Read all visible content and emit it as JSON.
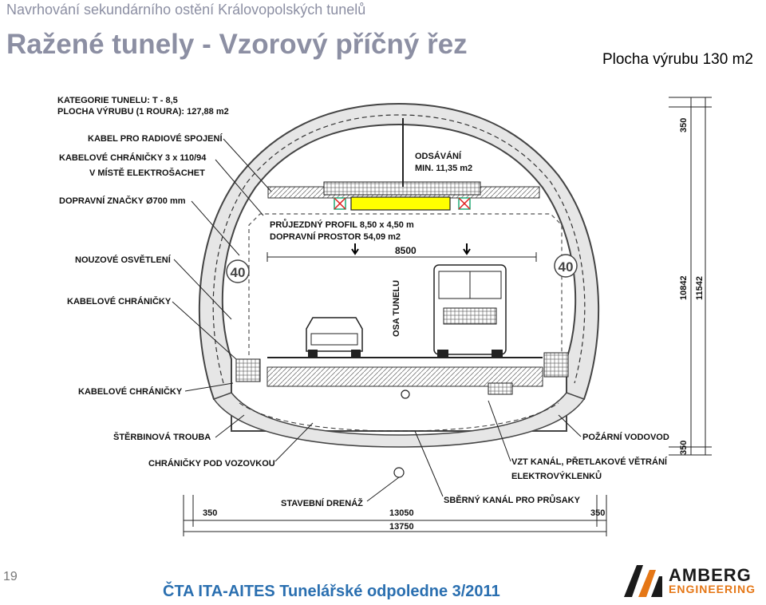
{
  "header": {
    "top_title": "Navrhování sekundárního ostění Královopolských tunelů",
    "main_title": "Ražené tunely - Vzorový příčný řez",
    "subtitle": "Plocha výrubu 130 m2"
  },
  "labels": {
    "category": "KATEGORIE TUNELU: T - 8,5",
    "area": "PLOCHA VÝRUBU (1 ROURA): 127,88 m2",
    "radio_cable": "KABEL PRO RADIOVÉ SPOJENÍ",
    "cable_guards_1": "KABELOVÉ CHRÁNIČKY 3 x 110/94",
    "cable_guards_2": "V MÍSTĚ ELEKTROŠACHET",
    "traffic_signs": "DOPRAVNÍ ZNAČKY Ø700 mm",
    "emergency_light": "NOUZOVÉ OSVĚTLENÍ",
    "cable_left": "KABELOVÉ CHRÁNIČKY",
    "cable_bottom": "KABELOVÉ CHRÁNIČKY",
    "slot_pipe": "ŠTĚRBINOVÁ TROUBA",
    "under_road": "CHRÁNIČKY POD VOZOVKOU",
    "drainage": "STAVEBNÍ DRENÁŽ",
    "collector": "SBĚRNÝ KANÁL PRO PRŮSAKY",
    "fire_water": "POŽÁRNÍ VODOVOD",
    "vzt_1": "VZT KANÁL, PŘETLAKOVÉ VĚTRÁNÍ",
    "vzt_2": "ELEKTROVÝKLENKŮ",
    "exhaust_1": "ODSÁVÁNÍ",
    "exhaust_2": "MIN. 11,35 m2",
    "profile_1": "PRŮJEZDNÝ PROFIL 8,50 x 4,50 m",
    "profile_2": "DOPRAVNÍ PROSTOR 54,09 m2",
    "tunnel_axis": "OSA TUNELU",
    "sign_left": "40",
    "sign_right": "40"
  },
  "dimensions": {
    "width_profile": "8500",
    "top": "350",
    "height_inner": "10842",
    "height_outer": "11542",
    "bottom_right": "350",
    "left_350": "350",
    "right_350": "350",
    "inner_width": "13050",
    "outer_width": "13750"
  },
  "footer": {
    "page_number": "19",
    "text": "ČTA ITA-AITES Tunelářské odpoledne 3/2011"
  },
  "logo": {
    "line1": "AMBERG",
    "line2": "ENGINEERING",
    "color_orange": "#e57716"
  }
}
